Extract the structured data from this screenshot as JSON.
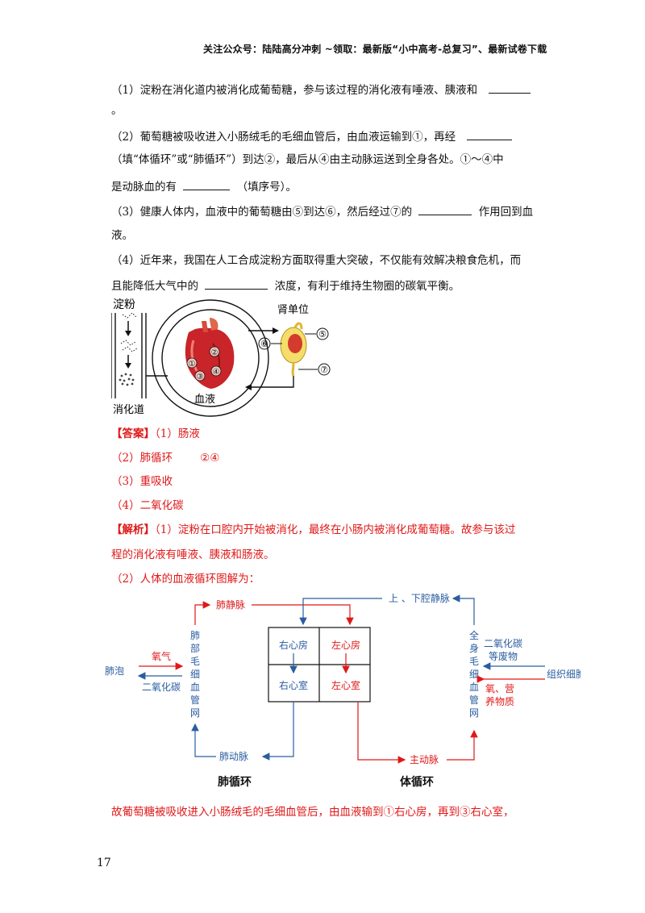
{
  "header": "关注公众号：陆陆高分冲刺  ~领取：最新版“小中高考-总复习”、最新试卷下载",
  "q1": {
    "a": "（1）淀粉在消化道内被消化成葡萄糖，参与该过程的消化液有唾液、胰液和",
    "b": "。"
  },
  "q2": {
    "a": "（2）葡萄糖被吸收进入小肠绒毛的毛细血管后，由血液运输到①，再经",
    "b": "（填“体循环”或“肺循环”）到达②，最后从④由主动脉运送到全身各处。①～④中",
    "c": "是动脉血的有",
    "d": "（填序号）。"
  },
  "q3": {
    "a": "（3）健康人体内，血液中的葡萄糖由⑤到达⑥，然后经过⑦的",
    "b": "作用回到血",
    "c": "液。"
  },
  "q4": {
    "a": "（4）近年来，我国在人工合成淀粉方面取得重大突破，不仅能有效解决粮食危机，而",
    "b": "且能降低大气中的",
    "c": "浓度，有利于维持生物圈的碳氧平衡。"
  },
  "figure1": {
    "starch": "淀粉",
    "digestive": "消化道",
    "blood": "血液",
    "kidney": "肾单位",
    "n1": "①",
    "n2": "②",
    "n3": "③",
    "n4": "④",
    "n5": "⑤",
    "n6": "⑥",
    "n7": "⑦"
  },
  "answer": {
    "tag": "【答案】",
    "a1": "（1）肠液",
    "a2": "（2）肺循环",
    "a2b": "②④",
    "a3": "（3）重吸收",
    "a4": "（4）二氧化碳"
  },
  "analysis": {
    "tag": "【解析】",
    "l1": "（1）淀粉在口腔内开始被消化，最终在小肠内被消化成葡萄糖。故参与该过",
    "l2": "程的消化液有唾液、胰液和肠液。",
    "l3": "（2）人体的血液循环图解为：",
    "l4": "故葡萄糖被吸收进入小肠绒毛的毛细血管后，由血液输到①右心房，再到③右心室，"
  },
  "figure2": {
    "pulm_vein": "肺静脉",
    "vena_cava": "上 、下腔静脉",
    "right_atrium": "右心房",
    "left_atrium": "左心房",
    "right_ventricle": "右心室",
    "left_ventricle": "左心室",
    "alveoli": "肺泡",
    "oxygen": "氧气",
    "co2": "二氧化碳",
    "lung_cap": [
      "肺",
      "部",
      "毛",
      "细",
      "血",
      "管",
      "网"
    ],
    "body_cap": [
      "全",
      "身",
      "毛",
      "细",
      "血",
      "管",
      "网"
    ],
    "co2_waste_1": "二氧化碳",
    "co2_waste_2": "等废物",
    "tissue_cells": "组织细胞",
    "o2_nutr_1": "氧、营",
    "o2_nutr_2": "养物质",
    "pulm_artery": "肺动脉",
    "aorta": "主动脉",
    "pulm_circ": "肺循环",
    "sys_circ": "体循环"
  },
  "colors": {
    "red": "#e01818",
    "blue": "#2a5d9f",
    "text": "#111111"
  },
  "page_number": "17"
}
